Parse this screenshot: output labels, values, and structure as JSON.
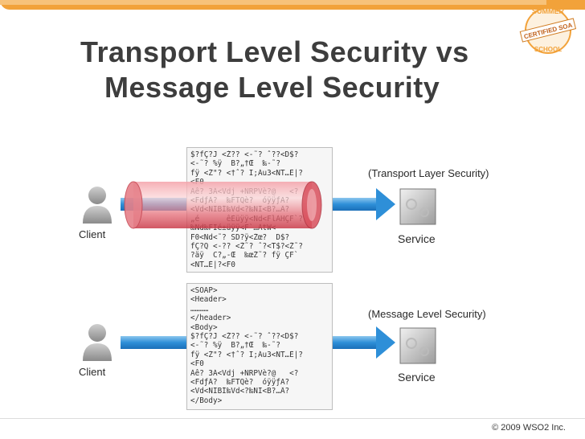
{
  "title": {
    "line1": "Transport Level Security vs",
    "line2": "Message Level Security"
  },
  "badge": {
    "top": "SUMMER",
    "middle": "CERTIFIED SOA",
    "bottom": "SCHOOL"
  },
  "transport": {
    "client_label": "Client",
    "service_label": "Service",
    "caption": "(Transport Layer Security)",
    "code_lines": [
      "$?fÇ?J <Ž?? <-˜? ˆ??<D$?",
      "<-˜? %ÿ  B?„†Œ  ‰-˜?",
      "fÿ <Ž\"? <†ˆ? Ï;Áu3<NT…È|?",
      "<F0",
      "Àê? 3Á<Vdj +ÑRPVè?@   <?",
      "<FdƒÂ?  ‰FTQè?  óÿÿƒÄ?",
      "<Vd<NIBÍ‰Vd<?‰NI<B?…Â?",
      "„é      êÈüÿÿ<Nd<FlÀHÇF`?",
      "‰Nd‰FIé±üÿÿ<F`…ÀtW<",
      "F0<Nd<˜? ŠD?ÿ<Žœ?  D$?",
      "fÇ?Q <-?? <Ž˜? ˆ?<T$?<Ž˜?",
      "?äÿ  C?„-Œ  ‰œŽ˜? fÿ ÇF`",
      "<NT…È|?<F0"
    ]
  },
  "message": {
    "client_label": "Client",
    "service_label": "Service",
    "caption": "(Message Level Security)",
    "code_lines": [
      "<SOAP>",
      "<Header>",
      "…………",
      "</header>",
      "<Body>",
      "$?fÇ?J <Ž?? <-˜? ˆ??<D$?",
      "<-˜? %ÿ  B?„†Œ  ‰-˜?",
      "fÿ <Ž\"? <†ˆ? Ï;Áu3<NT…È|?",
      "<F0",
      "Àê? 3Á<Vdj +ÑRPVè?@   <?",
      "<FdƒÂ?  ‰FTQè?  óÿÿƒÄ?",
      "<Vd<NIBÍ‰Vd<?‰NI<B?…Â?",
      "</Body>"
    ]
  },
  "footer": {
    "copyright": "© 2009 WSO2 Inc."
  }
}
